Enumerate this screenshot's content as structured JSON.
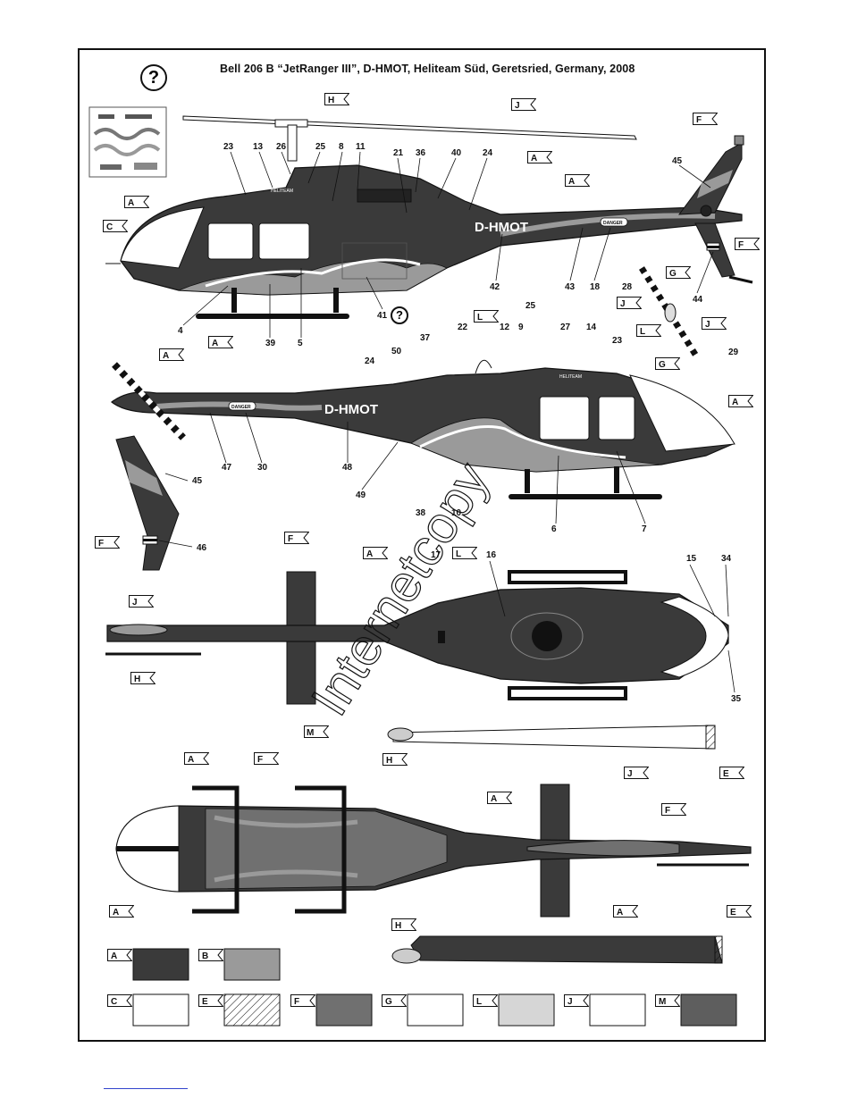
{
  "title": "Bell 206 B “JetRanger III”, D-HMOT, Heliteam Süd, Geretsried, Germany, 2008",
  "question_mark": "?",
  "registration": "D-HMOT",
  "danger_label": "DANGER",
  "heliteam_label": "HELITEAM",
  "watermark": "Internetcopy",
  "colors": {
    "A": "#3a3a3a",
    "B": "#9a9a9a",
    "C": "#ffffff",
    "E": "hatched",
    "F": "#707070",
    "G": "#ffffff",
    "L": "#d6d6d6",
    "J": "#ffffff",
    "M": "#5e5e5e"
  },
  "legend": [
    {
      "letter": "A"
    },
    {
      "letter": "B"
    },
    {
      "letter": "C"
    },
    {
      "letter": "E"
    },
    {
      "letter": "F"
    },
    {
      "letter": "G"
    },
    {
      "letter": "L"
    },
    {
      "letter": "J"
    },
    {
      "letter": "M"
    }
  ],
  "callouts": {
    "n1": "23",
    "n2": "13",
    "n3": "26",
    "n4": "25",
    "n5": "8",
    "n6": "11",
    "n7": "21",
    "n8": "36",
    "n9": "40",
    "n10": "24",
    "n11": "45",
    "n12": "42",
    "n13": "43",
    "n14": "18",
    "n15": "44",
    "n16": "28",
    "n17": "29",
    "n18": "4",
    "n19": "39",
    "n20": "5",
    "n21": "41",
    "n22": "25",
    "n23": "37",
    "n24": "22",
    "n25": "12",
    "n26": "9",
    "n27": "27",
    "n28": "14",
    "n29": "23",
    "n30": "50",
    "n31": "24",
    "n32": "47",
    "n33": "30",
    "n34": "48",
    "n35": "49",
    "n36": "38",
    "n37": "10",
    "n38": "6",
    "n39": "7",
    "n40": "45",
    "n41": "46",
    "n42": "17",
    "n43": "16",
    "n44": "15",
    "n45": "34",
    "n46": "35"
  },
  "flags": {
    "f1": "H",
    "f2": "J",
    "f3": "A",
    "f4": "F",
    "f5": "A",
    "f6": "C",
    "f7": "A",
    "f8": "F",
    "f9": "G",
    "f10": "J",
    "f11": "L",
    "f12": "J",
    "f13": "L",
    "f14": "G",
    "f15": "A",
    "f16": "A",
    "f17": "A",
    "f18": "F",
    "f19": "J",
    "f20": "F",
    "f21": "A",
    "f22": "L",
    "f23": "H",
    "f24": "M",
    "f25": "H",
    "f26": "J",
    "f27": "E",
    "f28": "A",
    "f29": "F",
    "f30": "A",
    "f31": "F",
    "f32": "A",
    "f33": "A",
    "f34": "E",
    "f35": "H"
  }
}
